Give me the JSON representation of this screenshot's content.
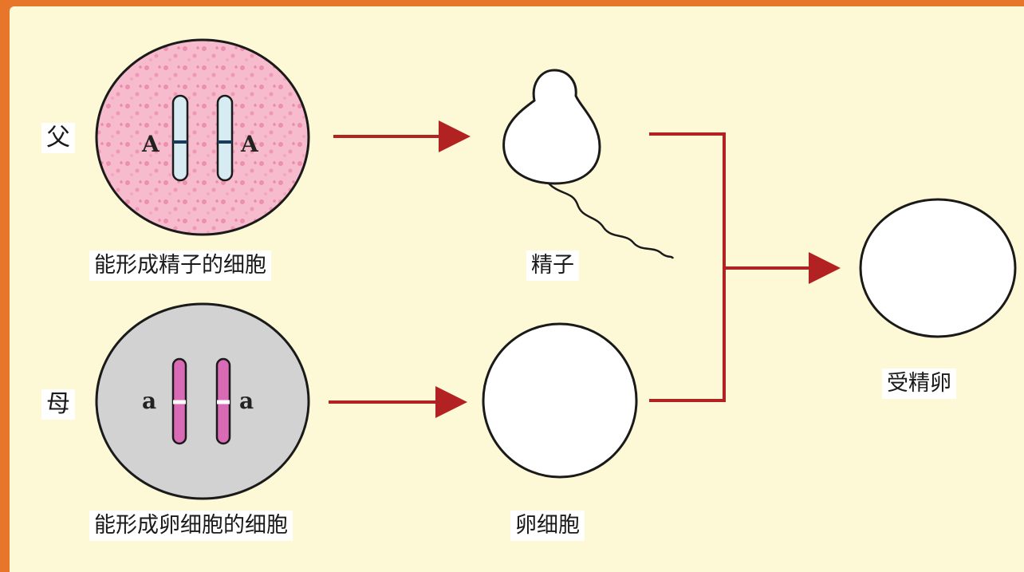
{
  "labels": {
    "father": "父",
    "mother": "母",
    "sperm_producing_cell": "能形成精子的细胞",
    "egg_producing_cell": "能形成卵细胞的细胞",
    "sperm": "精子",
    "egg": "卵细胞",
    "zygote": "受精卵"
  },
  "alleles": {
    "father_left": "A",
    "father_right": "A",
    "mother_left": "a",
    "mother_right": "a"
  },
  "colors": {
    "frame": "#e8762a",
    "background": "#fdf8d6",
    "father_cell": "#f4b6c8",
    "mother_cell": "#d2d2d2",
    "father_chromosome": "#d6ecf2",
    "mother_chromosome": "#d96ab5",
    "arrow": "#b32222"
  }
}
